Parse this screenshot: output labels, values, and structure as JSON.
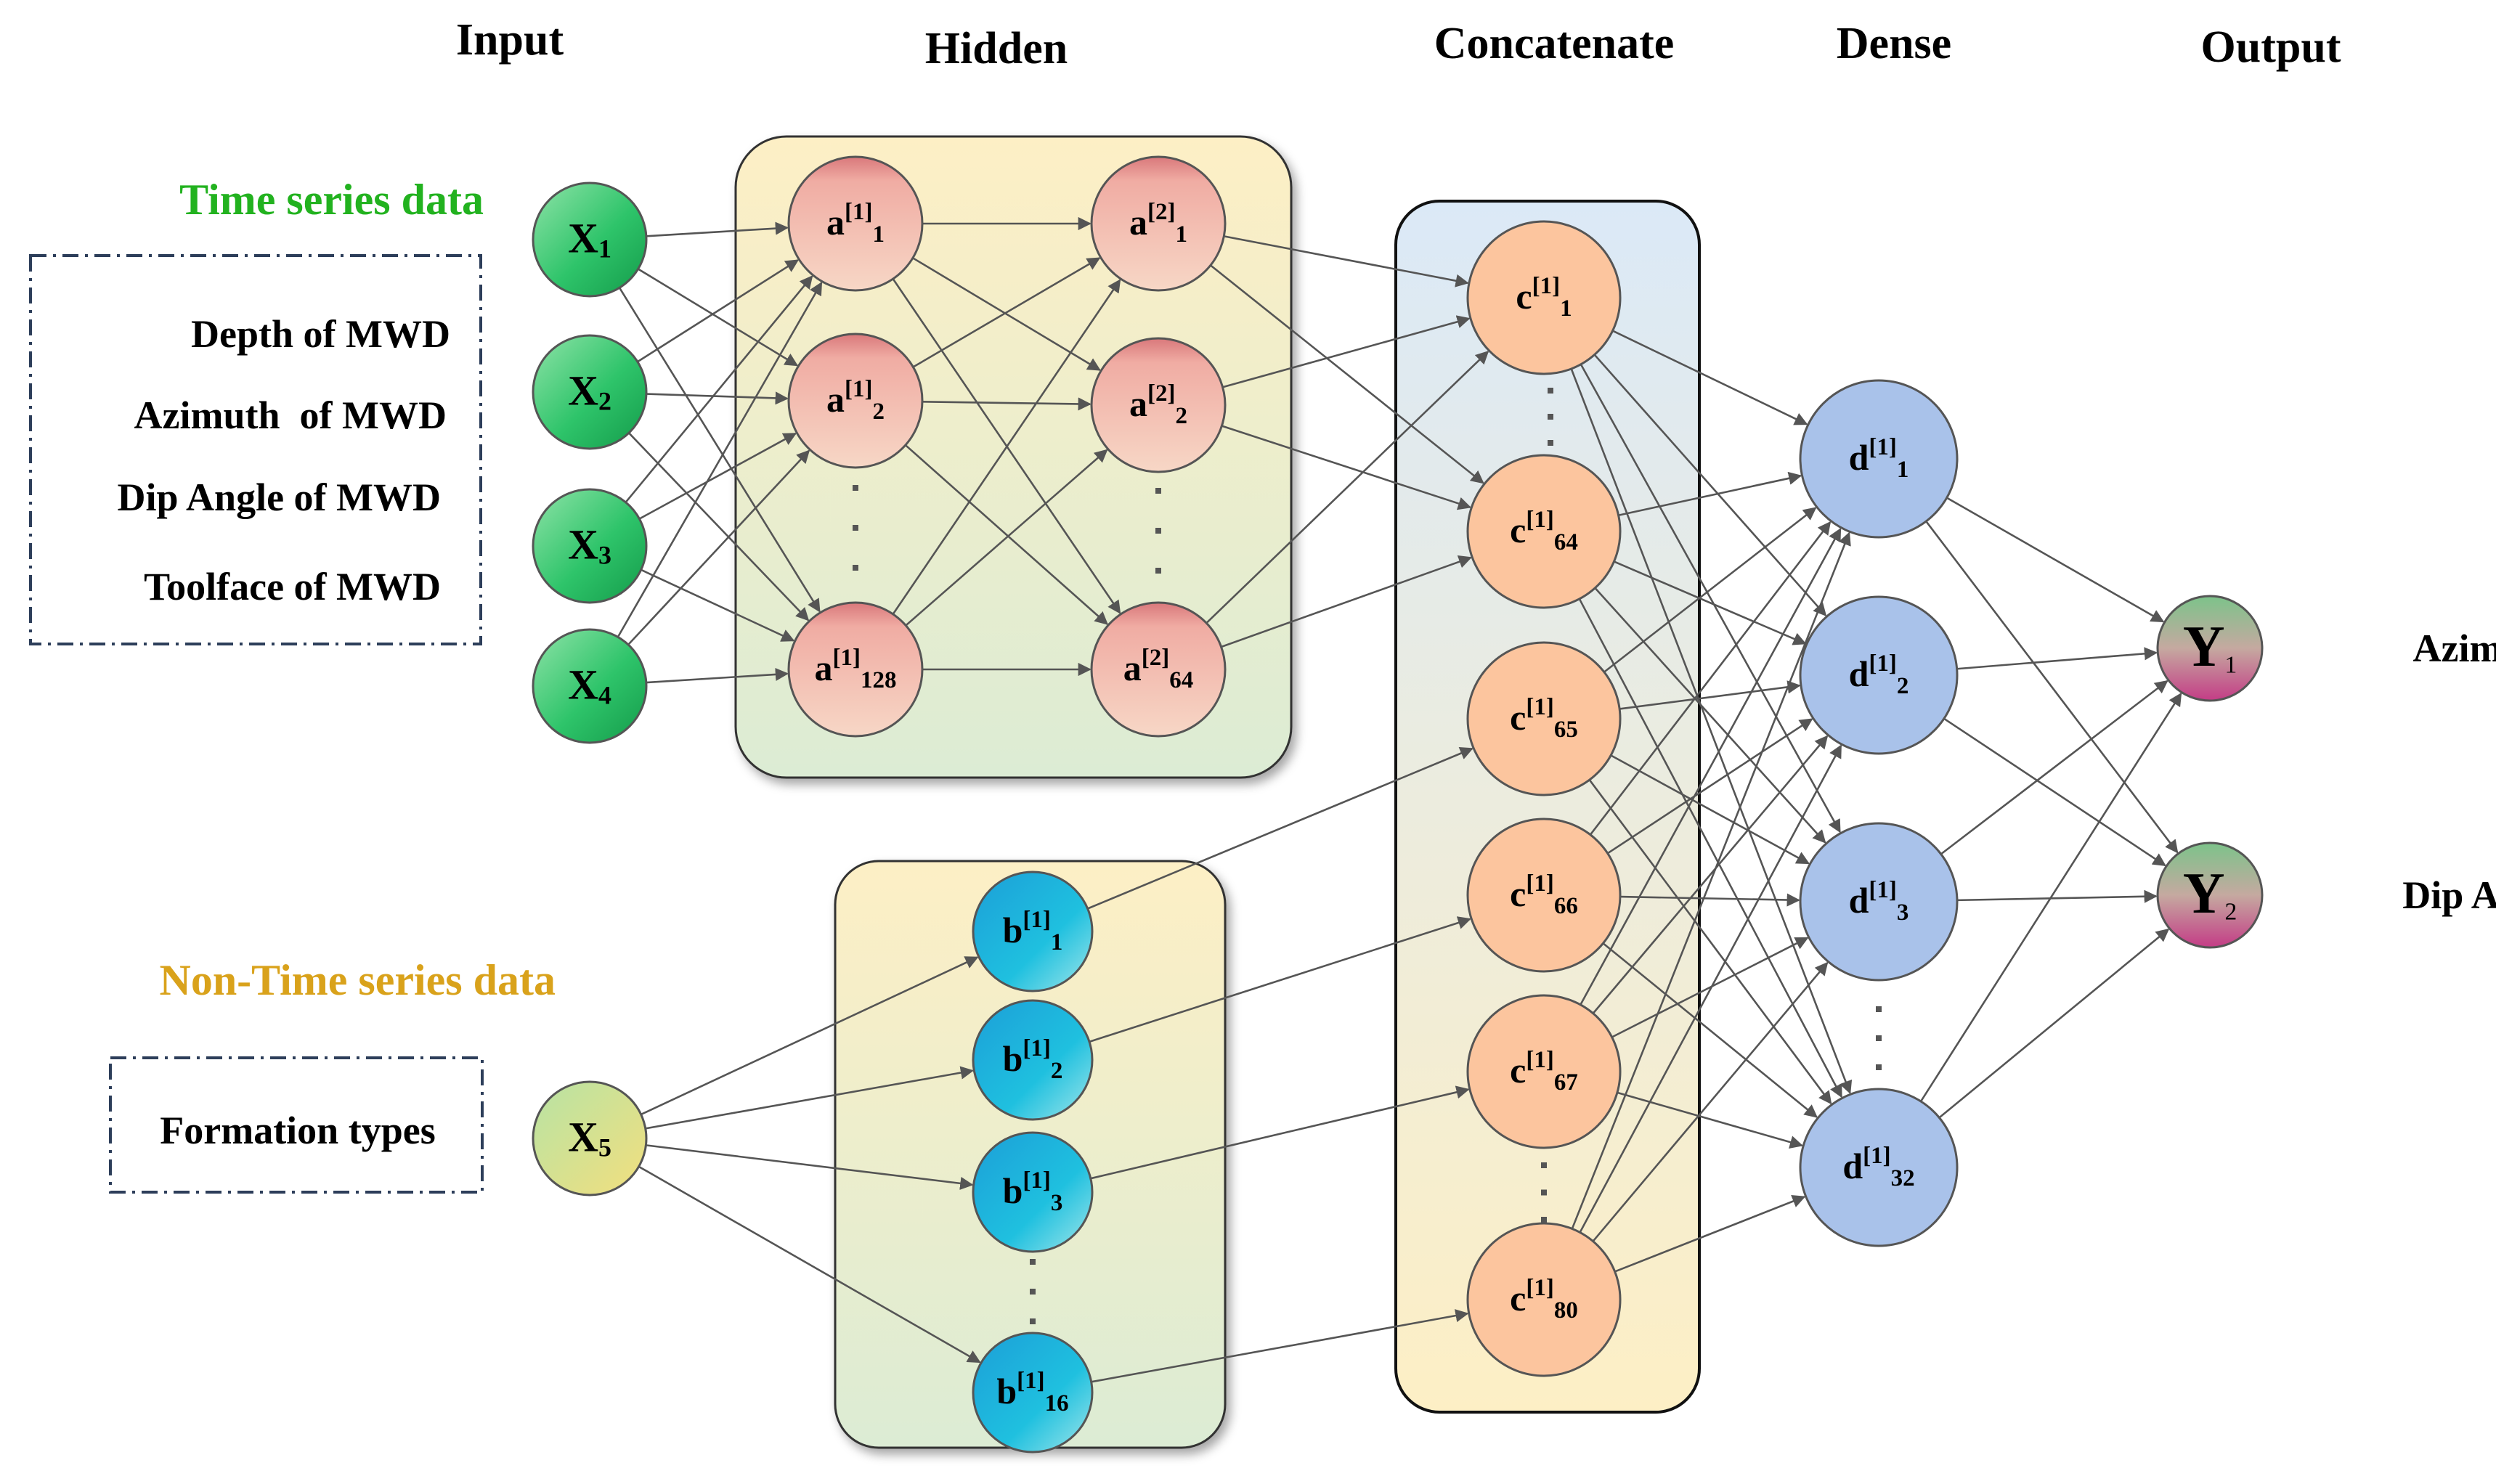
{
  "headers": {
    "input": "Input",
    "hidden": "Hidden",
    "concatenate": "Concatenate",
    "dense": "Dense",
    "output": "Output"
  },
  "time_series": {
    "title": "Time series data",
    "title_color": "#22b21f",
    "items": [
      "Depth of MWD",
      "Azimuth  of MWD",
      "Dip Angle of MWD",
      "Toolface of MWD"
    ]
  },
  "non_time_series": {
    "title": "Non-Time series data",
    "title_color": "#d9a21b",
    "items": [
      "Formation types"
    ]
  },
  "nodes": {
    "x": [
      {
        "base": "X",
        "sub": "1"
      },
      {
        "base": "X",
        "sub": "2"
      },
      {
        "base": "X",
        "sub": "3"
      },
      {
        "base": "X",
        "sub": "4"
      },
      {
        "base": "X",
        "sub": "5"
      }
    ],
    "a1": [
      {
        "base": "a",
        "sup": "[1]",
        "sub": "1"
      },
      {
        "base": "a",
        "sup": "[1]",
        "sub": "2"
      },
      {
        "base": "a",
        "sup": "[1]",
        "sub": "128"
      }
    ],
    "a2": [
      {
        "base": "a",
        "sup": "[2]",
        "sub": "1"
      },
      {
        "base": "a",
        "sup": "[2]",
        "sub": "2"
      },
      {
        "base": "a",
        "sup": "[2]",
        "sub": "64"
      }
    ],
    "b": [
      {
        "base": "b",
        "sup": "[1]",
        "sub": "1"
      },
      {
        "base": "b",
        "sup": "[1]",
        "sub": "2"
      },
      {
        "base": "b",
        "sup": "[1]",
        "sub": "3"
      },
      {
        "base": "b",
        "sup": "[1]",
        "sub": "16"
      }
    ],
    "c": [
      {
        "base": "c",
        "sup": "[1]",
        "sub": "1"
      },
      {
        "base": "c",
        "sup": "[1]",
        "sub": "64"
      },
      {
        "base": "c",
        "sup": "[1]",
        "sub": "65"
      },
      {
        "base": "c",
        "sup": "[1]",
        "sub": "66"
      },
      {
        "base": "c",
        "sup": "[1]",
        "sub": "67"
      },
      {
        "base": "c",
        "sup": "[1]",
        "sub": "80"
      }
    ],
    "d": [
      {
        "base": "d",
        "sup": "[1]",
        "sub": "1"
      },
      {
        "base": "d",
        "sup": "[1]",
        "sub": "2"
      },
      {
        "base": "d",
        "sup": "[1]",
        "sub": "3"
      },
      {
        "base": "d",
        "sup": "[1]",
        "sub": "32"
      }
    ],
    "y": [
      {
        "base": "Y",
        "sub": "1",
        "label": "Azimuth"
      },
      {
        "base": "Y",
        "sub": "2",
        "label": "Dip Angle"
      }
    ]
  },
  "colors": {
    "x_node": "#2ec46a",
    "x5_node": "#d7d576",
    "a_node": "#f2b5ac",
    "b_node": "#1fb6d8",
    "c_node": "#fcc59e",
    "d_node": "#a9c2ea",
    "y_node": "#b87aa0",
    "edge": "#555555",
    "dashbox": "#2d3e5a"
  },
  "ellipsis": "⋮"
}
